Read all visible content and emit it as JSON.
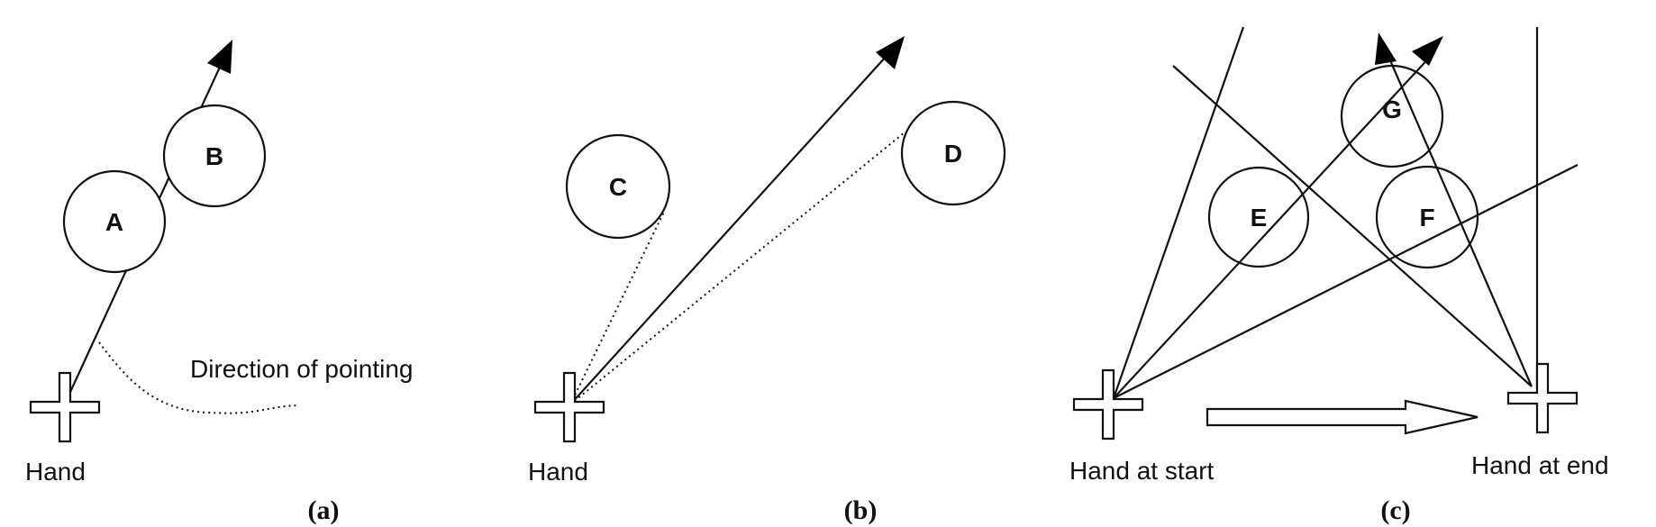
{
  "panels": [
    {
      "label": "(a)",
      "circles": [
        "A",
        "B"
      ],
      "hand_label": "Hand",
      "annotation": "Direction of pointing"
    },
    {
      "label": "(b)",
      "circles": [
        "C",
        "D"
      ],
      "hand_label": "Hand"
    },
    {
      "label": "(c)",
      "circles": [
        "E",
        "F",
        "G"
      ],
      "start_label": "Hand at start",
      "end_label": "Hand at end"
    }
  ]
}
